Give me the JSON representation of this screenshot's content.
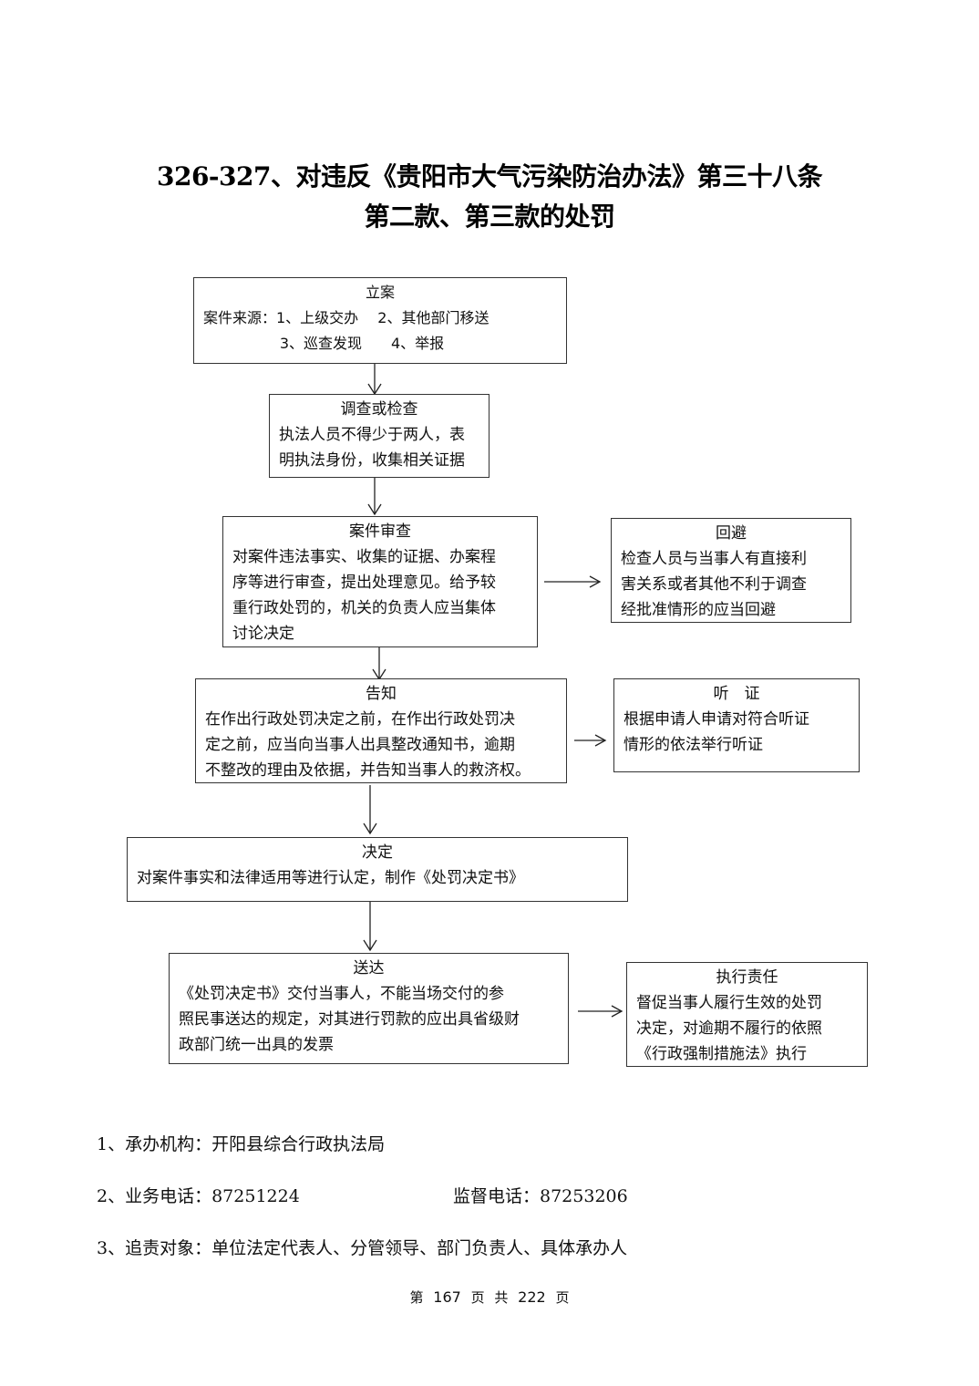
{
  "title": {
    "line1": "326-327、对违反《贵阳市大气污染防治办法》第三十八条",
    "line2": "第二款、第三款的处罚"
  },
  "flowchart": {
    "filing": {
      "heading": "立案",
      "lines": [
        "案件来源：1、上级交办　 2、其他部门移送",
        "3、巡查发现　　4、举报"
      ]
    },
    "investigation": {
      "heading": "调查或检查",
      "lines": [
        "执法人员不得少于两人，表",
        "明执法身份，收集相关证据"
      ]
    },
    "review": {
      "heading": "案件审查",
      "lines": [
        "对案件违法事实、收集的证据、办案程",
        "序等进行审查，提出处理意见。给予较",
        "重行政处罚的，机关的负责人应当集体",
        "讨论决定"
      ]
    },
    "recusal": {
      "heading": "回避",
      "lines": [
        "检查人员与当事人有直接利",
        "害关系或者其他不利于调查",
        "经批准情形的应当回避"
      ]
    },
    "notice": {
      "heading": "告知",
      "lines": [
        "在作出行政处罚决定之前，在作出行政处罚决",
        "定之前，应当向当事人出具整改通知书，逾期",
        "不整改的理由及依据，并告知当事人的救济权。"
      ]
    },
    "hearing": {
      "heading": "听　证",
      "lines": [
        "根据申请人申请对符合听证",
        "情形的依法举行听证"
      ]
    },
    "decision": {
      "heading": "决定",
      "lines": [
        "对案件事实和法律适用等进行认定，制作《处罚决定书》"
      ]
    },
    "delivery": {
      "heading": "送达",
      "lines": [
        "《处罚决定书》交付当事人，不能当场交付的参",
        "照民事送达的规定，对其进行罚款的应出具省级财",
        "政部门统一出具的发票"
      ]
    },
    "enforcement": {
      "heading": "执行责任",
      "lines": [
        "督促当事人履行生效的处罚",
        "决定，对逾期不履行的依照",
        "《行政强制措施法》执行"
      ]
    }
  },
  "notes": {
    "agency": "1、承办机构：开阳县综合行政执法局",
    "business_phone": "2、业务电话：87251224",
    "supervision_phone": "监督电话：87253206",
    "accountability": "3、追责对象：单位法定代表人、分管领导、部门负责人、具体承办人"
  },
  "footer": {
    "prefix": "第",
    "current_page": "167",
    "middle": "页 共",
    "total_pages": "222",
    "suffix": "页"
  }
}
